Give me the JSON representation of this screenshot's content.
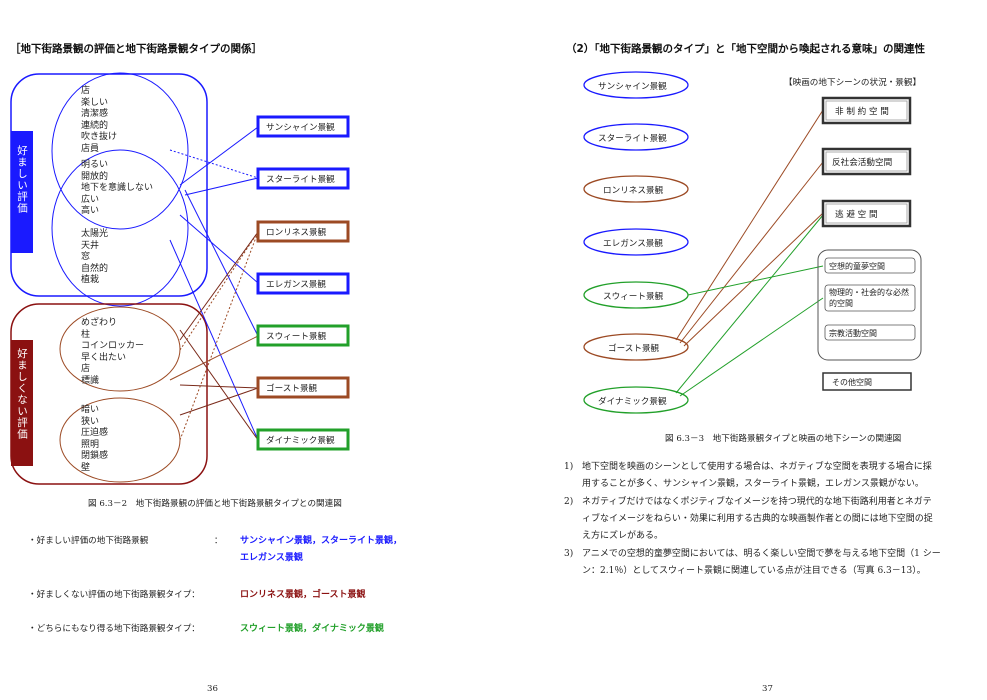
{
  "colors": {
    "blue": "#1a1aff",
    "brown": "#9c4a24",
    "dark_red": "#8b1111",
    "green": "#22a02a",
    "dark_brown": "#7a2a1a"
  },
  "left_page": {
    "heading": "［地下街路景観の評価と地下街路景観タイプの関係］",
    "positive_label": "好ましい評価",
    "negative_label": "好ましくない評価",
    "positive_words_top": [
      "店",
      "楽しい",
      "清潔感",
      "連続的",
      "吹き抜け",
      "店員"
    ],
    "positive_words_mid": [
      "明るい",
      "開放的",
      "地下を意識しない",
      "広い",
      "高い"
    ],
    "positive_words_bottom": [
      "太陽光",
      "天井",
      "窓",
      "自然的",
      "植栽"
    ],
    "negative_words_top": [
      "めざわり",
      "柱",
      "コインロッカー",
      "早く出たい",
      "店",
      "標識"
    ],
    "negative_words_bottom": [
      "暗い",
      "狭い",
      "圧迫感",
      "照明",
      "閉鎖感",
      "壁"
    ],
    "types": [
      "サンシャイン景観",
      "スターライト景観",
      "ロンリネス景観",
      "エレガンス景観",
      "スウィート景観",
      "ゴースト景観",
      "ダイナミック景観"
    ],
    "caption": "図 6.3－2　地下街路景観の評価と地下街路景観タイプとの関連図",
    "summary": [
      {
        "label": "・好ましい評価の地下街路景観",
        "colon": "：",
        "value_line1": "サンシャイン景観，スターライト景観，",
        "value_line2": "エレガンス景観"
      },
      {
        "label": "・好ましくない評価の地下街路景観タイプ：",
        "value": "ロンリネス景観，ゴースト景観"
      },
      {
        "label": "・どちらにもなり得る地下街路景観タイプ：",
        "value": "スウィート景観，ダイナミック景観"
      }
    ],
    "page_number": "36"
  },
  "right_page": {
    "heading": "（2）「地下街路景観のタイプ」と「地下空間から喚起される意味」の関連性",
    "types": [
      "サンシャイン景観",
      "スターライト景観",
      "ロンリネス景観",
      "エレガンス景観",
      "スウィート景観",
      "ゴースト景観",
      "ダイナミック景観"
    ],
    "scene_header": "【映画の地下シーンの状況・景観】",
    "scenes": [
      "非 制 約 空 間",
      "反社会活動空間",
      "逃 避 空 間"
    ],
    "group_scenes": [
      "空想的童夢空間",
      "物理的・社会的な必然的空間",
      "宗教活動空間"
    ],
    "group_scene_lines": [
      "物理的・社会的な必然",
      "的空間"
    ],
    "other_scene": "その他空間",
    "caption": "図 6.3－3　地下街路景観タイプと映画の地下シーンの関連図",
    "notes": [
      {
        "num": "1)",
        "line1": "地下空間を映画のシーンとして使用する場合は、ネガティブな空間を表現する場合に採",
        "line2": "用することが多く、サンシャイン景観，スターライト景観，エレガンス景観がない。"
      },
      {
        "num": "2)",
        "line1": "ネガティブだけではなくポジティブなイメージを持つ現代的な地下街路利用者とネガテ",
        "line2": "ィブなイメージをねらい・効果に利用する古典的な映画製作者との間には地下空間の捉",
        "line3": "え方にズレがある。"
      },
      {
        "num": "3)",
        "line1": "アニメでの空想的童夢空間においては、明るく楽しい空間で夢を与える地下空間（1 シー",
        "line2": "ン：2.1％）としてスウィート景観に関連している点が注目できる（写真 6.3－13）。"
      }
    ],
    "page_number": "37"
  }
}
